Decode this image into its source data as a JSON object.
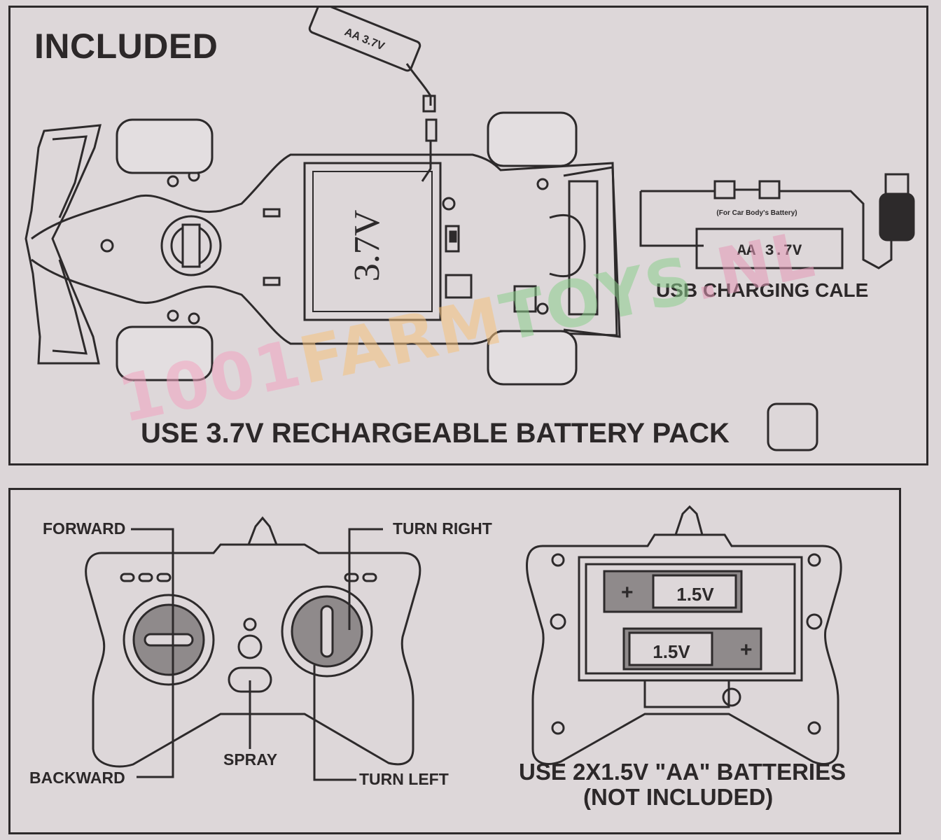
{
  "top_panel": {
    "heading": "INCLUDED",
    "car_battery_label": "3.7V",
    "loose_battery_label": "AA 3.7V",
    "usb_note": "(For Car Body's Battery)",
    "usb_battery_label": "AA  3.7V",
    "usb_caption": "USB CHARGING CALE",
    "battery_pack_caption": "USE 3.7V RECHARGEABLE BATTERY PACK"
  },
  "bottom_panel": {
    "labels": {
      "forward": "FORWARD",
      "turn_right": "TURN RIGHT",
      "backward": "BACKWARD",
      "spray": "SPRAY",
      "turn_left": "TURN LEFT"
    },
    "battery_1": {
      "plus": "+",
      "voltage": "1.5V"
    },
    "battery_2": {
      "plus": "+",
      "voltage": "1.5V"
    },
    "caption_line1": "USE 2X1.5V \"AA\" BATTERIES",
    "caption_line2": "(NOT INCLUDED)"
  },
  "watermark": {
    "text": "1001FARMTOYS.NL",
    "parts": [
      "1001",
      "FARM",
      "TOYS",
      ".NL"
    ]
  },
  "colors": {
    "paper": "#ddd7d9",
    "ink": "#2d2a2b",
    "grey_fill": "#8f8a8b"
  }
}
